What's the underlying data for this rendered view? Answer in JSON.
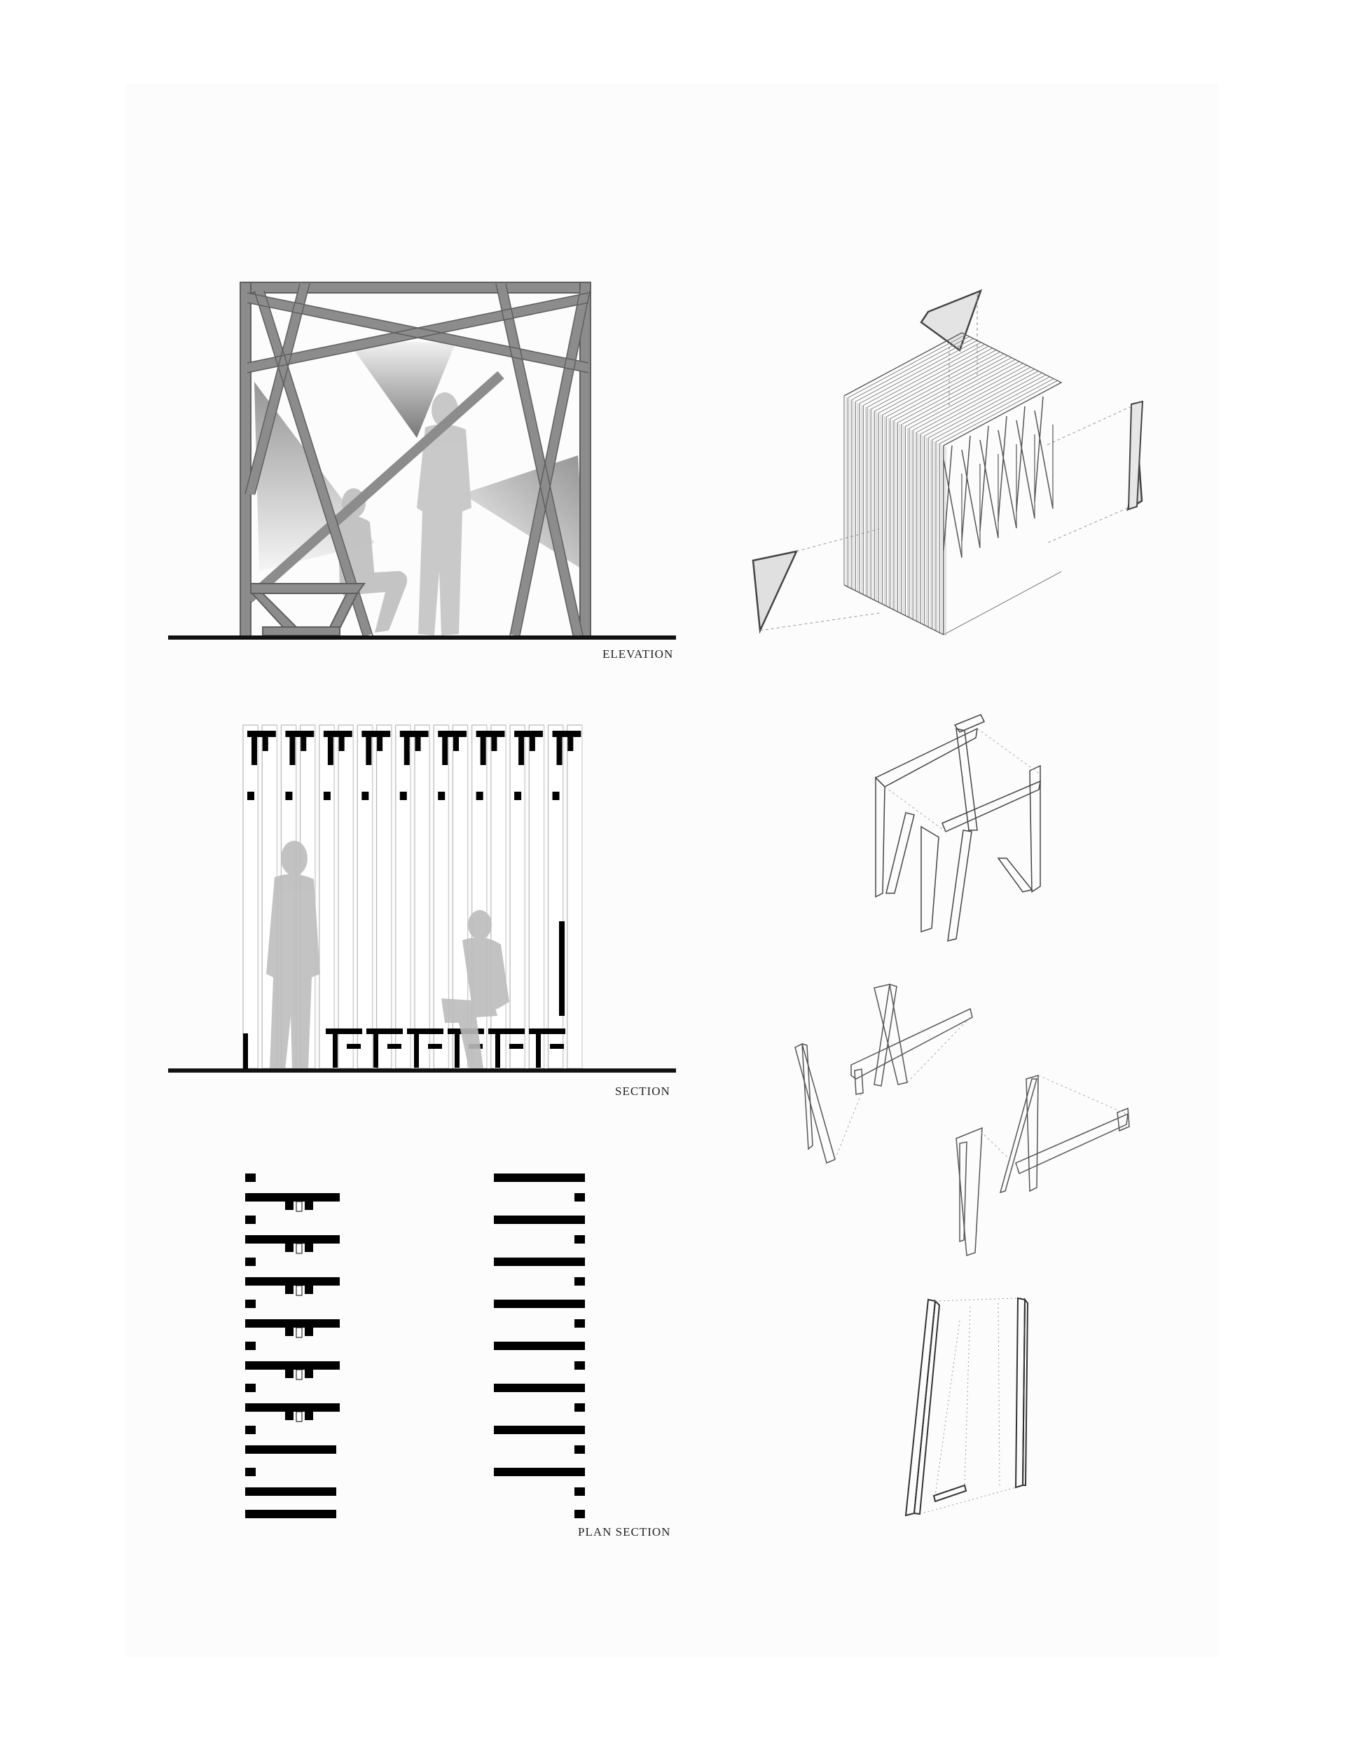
{
  "captions": {
    "elevation": "ELEVATION",
    "section": "SECTION",
    "plan_section": "PLAN SECTION"
  },
  "colors": {
    "frame": "#8c8c8c",
    "frame_edge": "#5f5f5f",
    "ground": "#111111",
    "silhouette": "#c4c4c4",
    "ink": "#000000",
    "line": "#5a5a5a"
  }
}
